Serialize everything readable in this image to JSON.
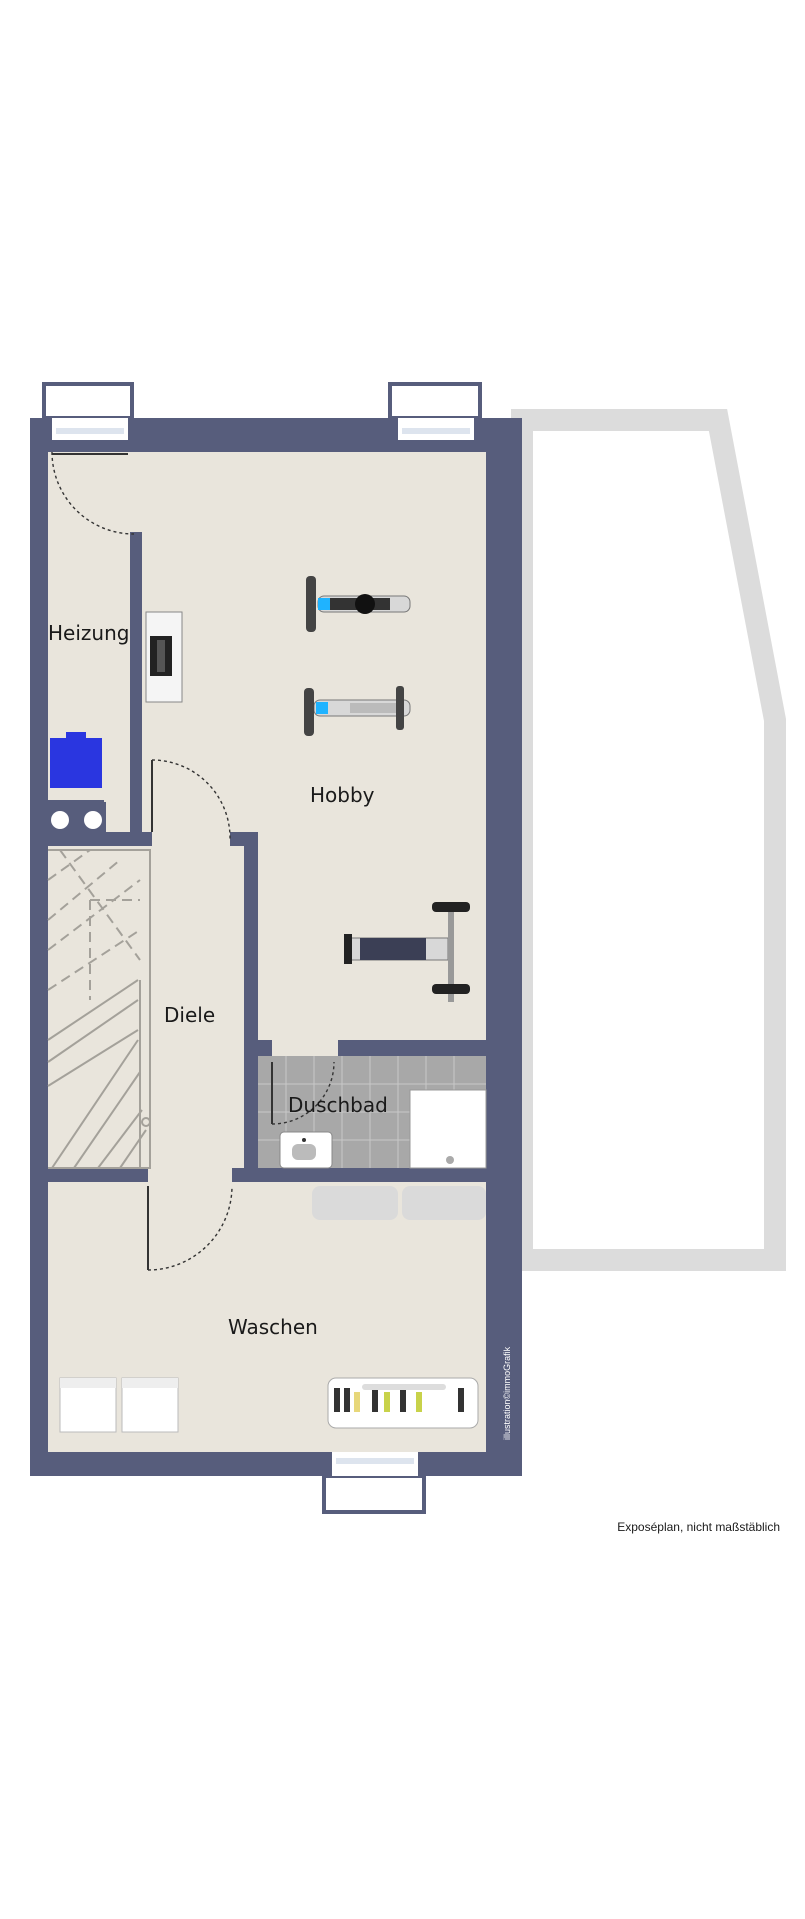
{
  "rooms": {
    "heizung": "Heizung",
    "hobby": "Hobby",
    "diele": "Diele",
    "duschbad": "Duschbad",
    "waschen": "Waschen"
  },
  "credit": "illustration©immoGrafik",
  "note": "Exposéplan, nicht maßstäblich",
  "colors": {
    "wall": "#575d7c",
    "floor": "#e9e5dc",
    "bath_tile": "#a8a8a8",
    "terrace": "#dcdcdc",
    "heater": "#2a36e0"
  },
  "icons": [
    "window-icon",
    "door-swing-icon",
    "stairs-icon",
    "exercise-bike-icon",
    "rowing-machine-icon",
    "weight-bench-icon",
    "heater-icon",
    "boiler-icon",
    "washbasin-icon",
    "shower-tray-icon",
    "washing-machine-icon",
    "dryer-icon",
    "shoe-rack-icon",
    "bench-icon",
    "cabinet-icon"
  ]
}
